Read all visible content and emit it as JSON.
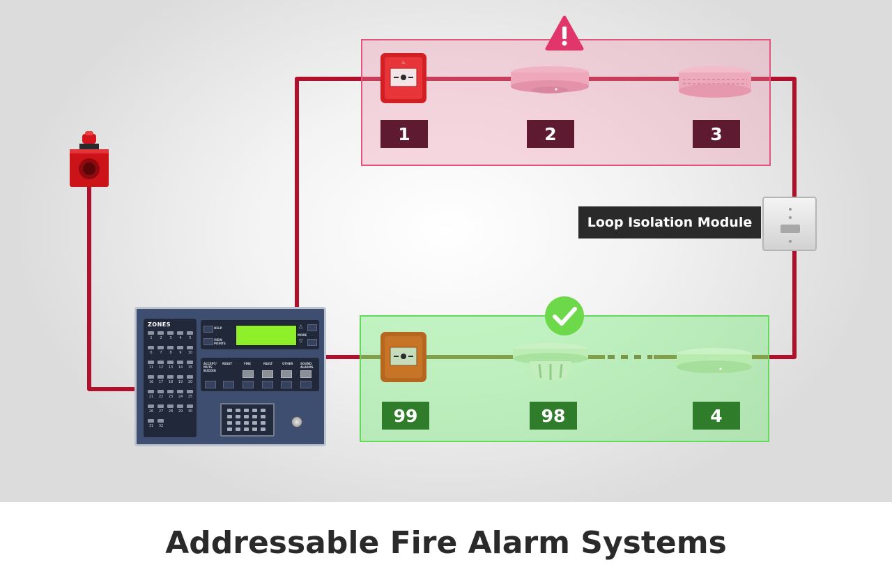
{
  "caption": "Addressable Fire Alarm Systems",
  "module_label": "Loop Isolation Module",
  "top_devices": [
    {
      "address": "1",
      "type": "manual-call-point"
    },
    {
      "address": "2",
      "type": "smoke-detector"
    },
    {
      "address": "3",
      "type": "smoke-detector"
    }
  ],
  "bottom_devices": [
    {
      "address": "99",
      "type": "manual-call-point"
    },
    {
      "address": "98",
      "type": "heat-detector"
    },
    {
      "address": "4",
      "type": "smoke-detector"
    }
  ],
  "fault_icon": "warning-triangle-icon",
  "ok_icon": "check-circle-icon",
  "panel": {
    "zones_title": "ZONES",
    "zone_numbers": [
      "1",
      "2",
      "3",
      "4",
      "5",
      "6",
      "7",
      "8",
      "9",
      "10",
      "11",
      "12",
      "13",
      "14",
      "15",
      "16",
      "17",
      "18",
      "19",
      "20",
      "21",
      "22",
      "23",
      "24",
      "25",
      "26",
      "27",
      "28",
      "29",
      "30",
      "31",
      "32"
    ],
    "help": "HELP",
    "view_points": "VIEW POINTS",
    "more": "MORE",
    "accept": "ACCEPT/ MUTE BUZZER",
    "reset": "RESET",
    "fire": "FIRE",
    "fault": "FAULT",
    "other": "OTHER",
    "sound_alarms": "SOUND ALARMS"
  },
  "colors": {
    "fault_zone": "#e2557e",
    "ok_zone": "#66d85c",
    "loop_wire": "#b0102c",
    "ok_wire": "#8a6a2a",
    "panel": "#3e4e70"
  }
}
